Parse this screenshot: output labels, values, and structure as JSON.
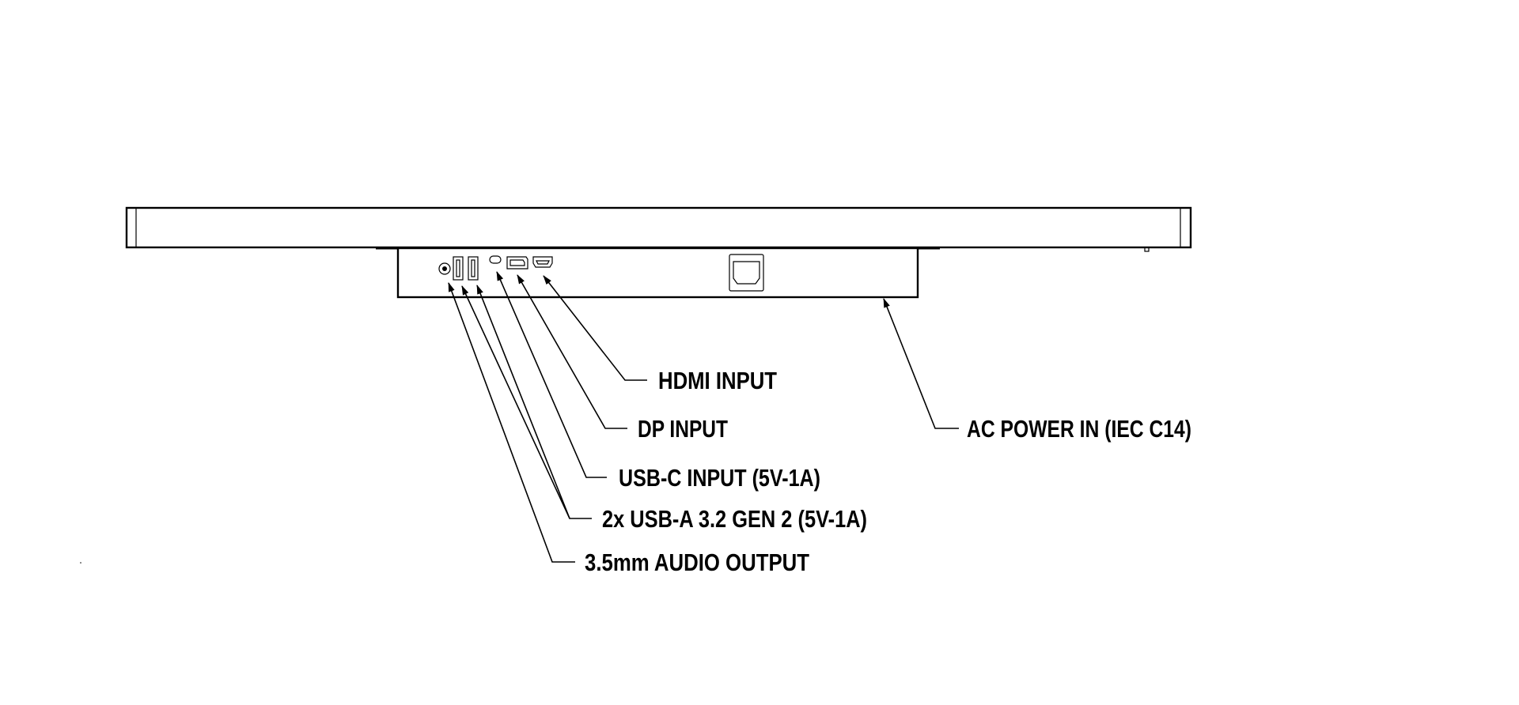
{
  "diagram": {
    "labels": {
      "hdmi": "HDMI INPUT",
      "dp": "DP INPUT",
      "usbc": "USB-C INPUT (5V-1A)",
      "usba": "2x USB-A 3.2 GEN 2 (5V-1A)",
      "audio": "3.5mm AUDIO OUTPUT",
      "ac": "AC POWER IN (IEC C14)"
    },
    "colors": {
      "line": "#000000",
      "background": "#ffffff"
    }
  }
}
